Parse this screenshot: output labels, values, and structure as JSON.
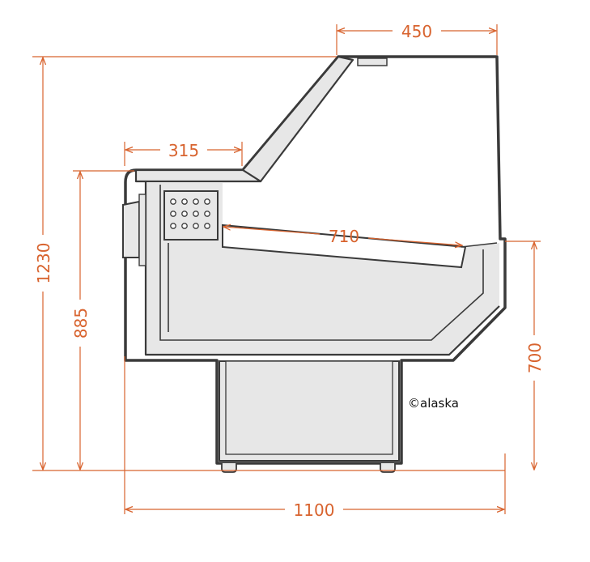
{
  "dimensions": {
    "top_depth": "450",
    "shelf_depth": "315",
    "inner_depth": "710",
    "total_width": "1100",
    "total_height": "1230",
    "counter_height": "885",
    "front_height": "700"
  },
  "copyright": "©alaska",
  "colors": {
    "dimension": "#d8632e",
    "outline": "#3a3a3a",
    "fill": "#e7e7e7"
  }
}
